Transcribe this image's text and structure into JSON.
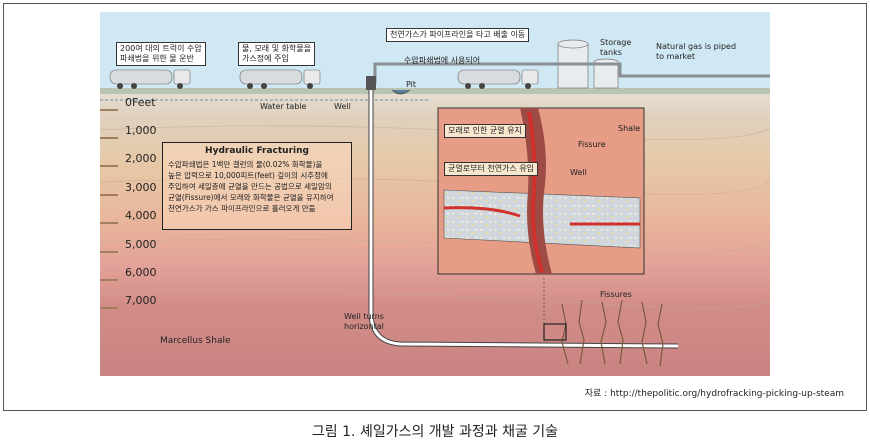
{
  "labels": {
    "trucks": "200여 대의 트럭이 수압\n파쇄법을 위한 물 운반",
    "chemicals": "물, 모래 및 화학물을\n가스정에 주입",
    "pipeline": "천연가스가 파이프라인을 타고 배출 이동",
    "wastewater": "수압파쇄법에 사용되어",
    "storage": "Storage\ntanks",
    "market": "Natural gas is piped\nto market",
    "pit": "Pit",
    "water_table": "Water table",
    "well": "Well",
    "well_turns": "Well turns\nhorizontal",
    "marcellus": "Marcellus Shale",
    "fissures": "Fissures",
    "inset_sand": "모래로 인한 균열 유지",
    "inset_fissure": "Fissure",
    "inset_shale": "Shale",
    "inset_gas": "균열로부터 천연가스 유입",
    "inset_well": "Well"
  },
  "depths": [
    "0Feet",
    "1,000",
    "2,000",
    "3,000",
    "4,000",
    "5,000",
    "6,000",
    "7,000"
  ],
  "hydraulic": {
    "title": "Hydraulic Fracturing",
    "body": "수압파쇄법은 1백만 갤런의 물(0.02% 화학물)을\n높은 압력으로 10,000피트(feet) 깊이의 시추정에\n주입하여 세일층에 균열을 만드는 공법으로 세일암의\n균열(Fissure)에서 모래와 화학물은 균열을 유지하여\n천연가스가 가스 파이프라인으로 흘러오게 만듦"
  },
  "source": "자료 : http://thepolitic.org/hydrofracking-picking-up-steam",
  "caption": "그림 1. 셰일가스의 개발 과정과 채굴 기술",
  "colors": {
    "sky": "#c9e6f4",
    "ground": "#cfc0a8",
    "shale_dark": "#c9867a",
    "pipe": "#ffffff",
    "arrow": "#d0312d"
  }
}
